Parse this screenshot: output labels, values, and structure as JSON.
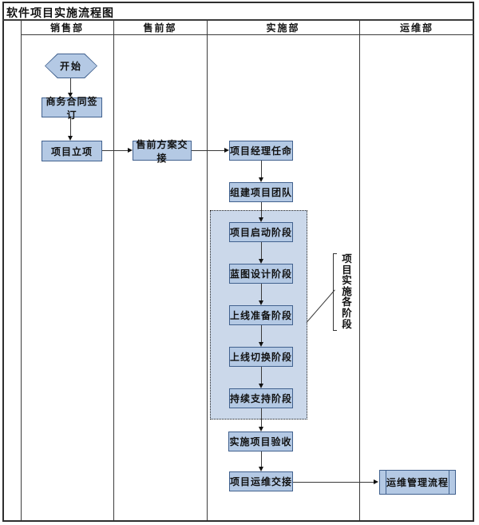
{
  "title": "软件项目实施流程图",
  "lanes": [
    {
      "id": "sales",
      "label": "销售部"
    },
    {
      "id": "presales",
      "label": "售前部"
    },
    {
      "id": "implementation",
      "label": "实施部"
    },
    {
      "id": "operations",
      "label": "运维部"
    }
  ],
  "nodes": {
    "start": "开始",
    "contract_sign": "商务合同签订",
    "project_initiation": "项目立项",
    "presales_handover": "售前方案交接",
    "pm_appointment": "项目经理任命",
    "build_team": "组建项目团队",
    "phase_kickoff": "项目启动阶段",
    "phase_blueprint": "蓝图设计阶段",
    "phase_golive_prep": "上线准备阶段",
    "phase_golive_switch": "上线切换阶段",
    "phase_ongoing_support": "持续支持阶段",
    "project_acceptance": "实施项目验收",
    "ops_handover": "项目运维交接",
    "ops_management_process": "运维管理流程"
  },
  "annotation": {
    "bracket_label": "项目实施各阶段"
  },
  "colors": {
    "node_fill": "#b4c9e4",
    "node_border": "#41618e",
    "phase_container_fill": "#cbd8ea",
    "line": "#3a3a3a"
  }
}
